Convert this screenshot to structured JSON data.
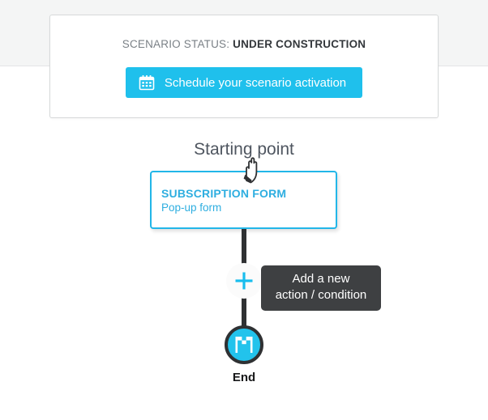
{
  "status_card": {
    "status_label": "SCENARIO STATUS:",
    "status_value": "UNDER CONSTRUCTION",
    "schedule_button_label": "Schedule your scenario activation",
    "schedule_button_icon": "calendar-icon",
    "accent_color": "#1fc0ec"
  },
  "flow": {
    "title": "Starting point",
    "start_node": {
      "title": "SUBSCRIPTION FORM",
      "subtitle": "Pop-up form",
      "border_color": "#22b6e8",
      "text_color": "#2eaee0"
    },
    "add_step": {
      "icon": "plus-icon",
      "tooltip_line_1": "Add a new",
      "tooltip_line_2": "action / condition",
      "tooltip_background": "#3e4042",
      "plus_color": "#18bdee"
    },
    "end_node": {
      "label": "End",
      "icon": "checkered-flag-icon",
      "fill_color": "#22c3ec",
      "border_color": "#2f3133"
    },
    "connector_color": "#2f3133"
  },
  "cursor": {
    "icon": "pointer-hand-cursor"
  }
}
